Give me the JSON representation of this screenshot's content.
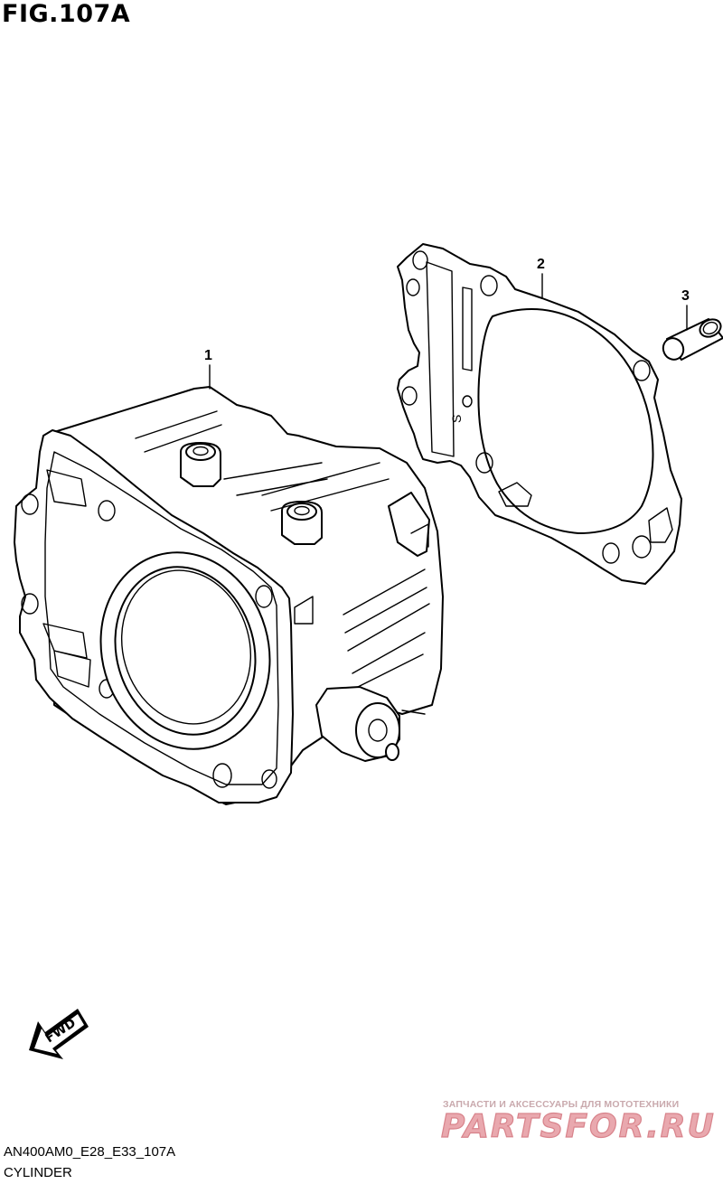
{
  "figure": {
    "title": "FIG.107A",
    "code": "AN400AM0_E28_E33_107A",
    "caption": "CYLINDER"
  },
  "callouts": [
    {
      "id": "1",
      "label": "1"
    },
    {
      "id": "2",
      "label": "2"
    },
    {
      "id": "3",
      "label": "3"
    }
  ],
  "fwd_label": "FWD",
  "gasket_mark": "S",
  "watermark": {
    "line1": "ЗАПЧАСТИ И АКСЕССУАРЫ ДЛЯ МОТОТЕХНИКИ",
    "logo": "PARTSFOR.RU"
  }
}
